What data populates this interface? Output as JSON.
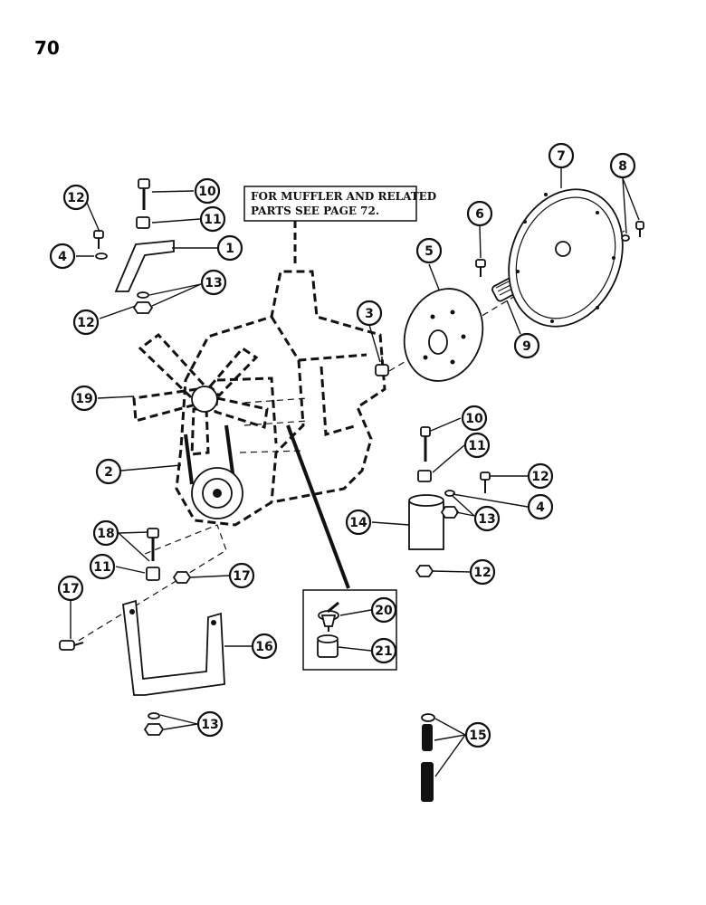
{
  "page": {
    "number": "70"
  },
  "note": {
    "line1": "FOR MUFFLER AND RELATED",
    "line2": "PARTS SEE PAGE  72."
  },
  "callouts": {
    "c1": "1",
    "c2": "2",
    "c3": "3",
    "c4a": "4",
    "c4b": "4",
    "c5": "5",
    "c6": "6",
    "c7": "7",
    "c8": "8",
    "c9": "9",
    "c10a": "10",
    "c10b": "10",
    "c11a": "11",
    "c11b": "11",
    "c11c": "11",
    "c12a": "12",
    "c12b": "12",
    "c12c": "12",
    "c12d": "12",
    "c13a": "13",
    "c13b": "13",
    "c13c": "13",
    "c14": "14",
    "c15": "15",
    "c16": "16",
    "c17a": "17",
    "c17b": "17",
    "c18": "18",
    "c19": "19",
    "c20": "20",
    "c21": "21"
  }
}
